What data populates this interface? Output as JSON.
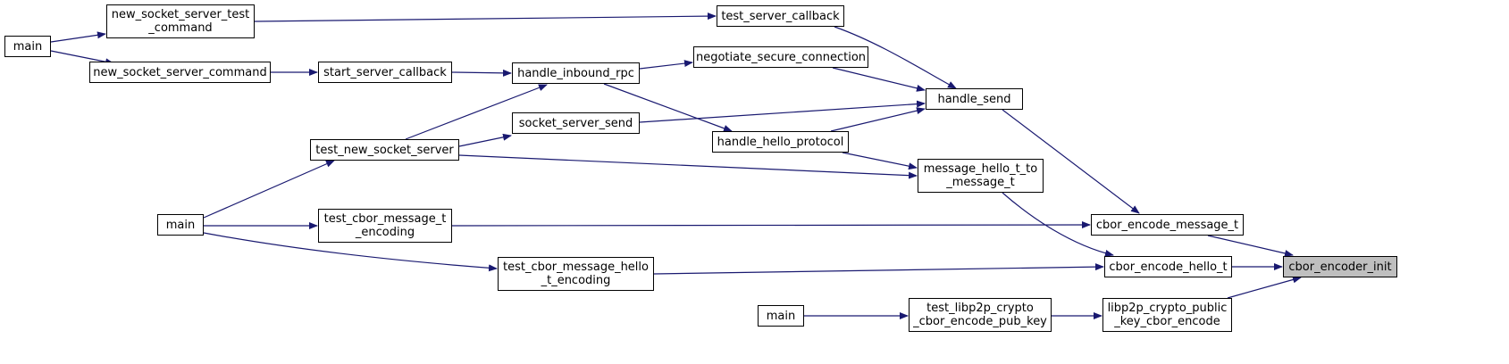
{
  "graph": {
    "edge_color": "#191970",
    "focus_fill": "#bfbfbf",
    "nodes": [
      {
        "id": "main_1",
        "label": "main"
      },
      {
        "id": "new_socket_server_test_command",
        "label": "new_socket_server_test\n_command"
      },
      {
        "id": "new_socket_server_command",
        "label": "new_socket_server_command"
      },
      {
        "id": "test_server_callback",
        "label": "test_server_callback"
      },
      {
        "id": "start_server_callback",
        "label": "start_server_callback"
      },
      {
        "id": "handle_inbound_rpc",
        "label": "handle_inbound_rpc"
      },
      {
        "id": "negotiate_secure_connection",
        "label": "negotiate_secure_connection"
      },
      {
        "id": "socket_server_send",
        "label": "socket_server_send"
      },
      {
        "id": "handle_send",
        "label": "handle_send"
      },
      {
        "id": "test_new_socket_server",
        "label": "test_new_socket_server"
      },
      {
        "id": "handle_hello_protocol",
        "label": "handle_hello_protocol"
      },
      {
        "id": "message_hello_t_to_message_t",
        "label": "message_hello_t_to\n_message_t"
      },
      {
        "id": "main_2",
        "label": "main"
      },
      {
        "id": "test_cbor_message_t_encoding",
        "label": "test_cbor_message_t\n_encoding"
      },
      {
        "id": "cbor_encode_message_t",
        "label": "cbor_encode_message_t"
      },
      {
        "id": "test_cbor_message_hello_t_encoding",
        "label": "test_cbor_message_hello\n_t_encoding"
      },
      {
        "id": "cbor_encode_hello_t",
        "label": "cbor_encode_hello_t"
      },
      {
        "id": "cbor_encoder_init",
        "label": "cbor_encoder_init"
      },
      {
        "id": "main_3",
        "label": "main"
      },
      {
        "id": "test_libp2p_crypto_cbor_encode_pub_key",
        "label": "test_libp2p_crypto\n_cbor_encode_pub_key"
      },
      {
        "id": "libp2p_crypto_public_key_cbor_encode",
        "label": "libp2p_crypto_public\n_key_cbor_encode"
      }
    ],
    "edges": [
      {
        "from": "main_1",
        "to": "new_socket_server_test_command"
      },
      {
        "from": "main_1",
        "to": "new_socket_server_command"
      },
      {
        "from": "new_socket_server_test_command",
        "to": "test_server_callback"
      },
      {
        "from": "new_socket_server_command",
        "to": "start_server_callback"
      },
      {
        "from": "start_server_callback",
        "to": "handle_inbound_rpc"
      },
      {
        "from": "test_new_socket_server",
        "to": "handle_inbound_rpc"
      },
      {
        "from": "test_new_socket_server",
        "to": "socket_server_send"
      },
      {
        "from": "test_new_socket_server",
        "to": "message_hello_t_to_message_t"
      },
      {
        "from": "handle_inbound_rpc",
        "to": "negotiate_secure_connection"
      },
      {
        "from": "handle_inbound_rpc",
        "to": "handle_hello_protocol"
      },
      {
        "from": "test_server_callback",
        "to": "handle_send"
      },
      {
        "from": "negotiate_secure_connection",
        "to": "handle_send"
      },
      {
        "from": "socket_server_send",
        "to": "handle_send"
      },
      {
        "from": "handle_hello_protocol",
        "to": "handle_send"
      },
      {
        "from": "handle_hello_protocol",
        "to": "message_hello_t_to_message_t"
      },
      {
        "from": "handle_send",
        "to": "cbor_encode_message_t"
      },
      {
        "from": "message_hello_t_to_message_t",
        "to": "cbor_encode_hello_t"
      },
      {
        "from": "main_2",
        "to": "test_new_socket_server"
      },
      {
        "from": "main_2",
        "to": "test_cbor_message_t_encoding"
      },
      {
        "from": "main_2",
        "to": "test_cbor_message_hello_t_encoding"
      },
      {
        "from": "test_cbor_message_t_encoding",
        "to": "cbor_encode_message_t"
      },
      {
        "from": "test_cbor_message_hello_t_encoding",
        "to": "cbor_encode_hello_t"
      },
      {
        "from": "cbor_encode_message_t",
        "to": "cbor_encoder_init"
      },
      {
        "from": "cbor_encode_hello_t",
        "to": "cbor_encoder_init"
      },
      {
        "from": "main_3",
        "to": "test_libp2p_crypto_cbor_encode_pub_key"
      },
      {
        "from": "test_libp2p_crypto_cbor_encode_pub_key",
        "to": "libp2p_crypto_public_key_cbor_encode"
      },
      {
        "from": "libp2p_crypto_public_key_cbor_encode",
        "to": "cbor_encoder_init"
      }
    ]
  }
}
